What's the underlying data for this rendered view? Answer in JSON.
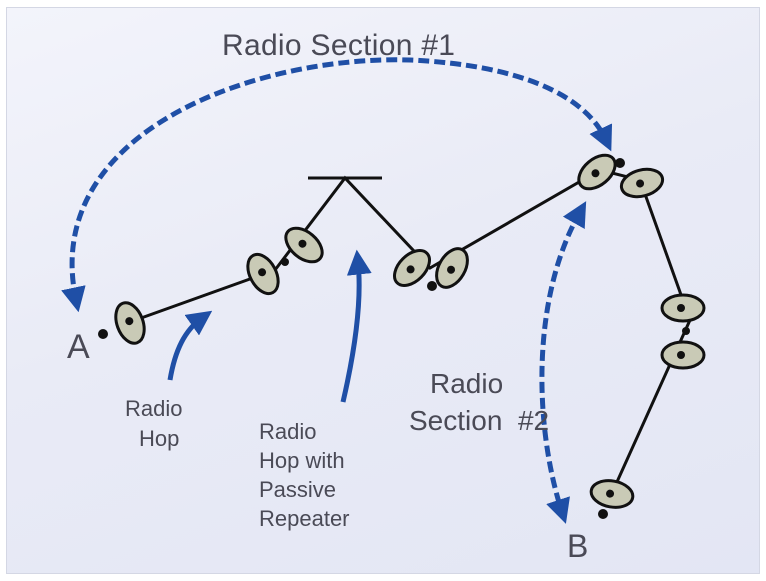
{
  "labels": {
    "section1": "Radio Section #1",
    "section2_line1": "Radio",
    "section2_line2": "Section  #2",
    "point_a": "A",
    "point_b": "B",
    "hop_line1": "Radio",
    "hop_line2": "Hop",
    "passive_line1": "Radio",
    "passive_line2": "Hop with",
    "passive_line3": "Passive",
    "passive_line4": "Repeater"
  },
  "colors": {
    "arrow": "#1f4fa6",
    "link": "#111111",
    "dish": "#c9cab6",
    "text": "#4a4a56"
  }
}
